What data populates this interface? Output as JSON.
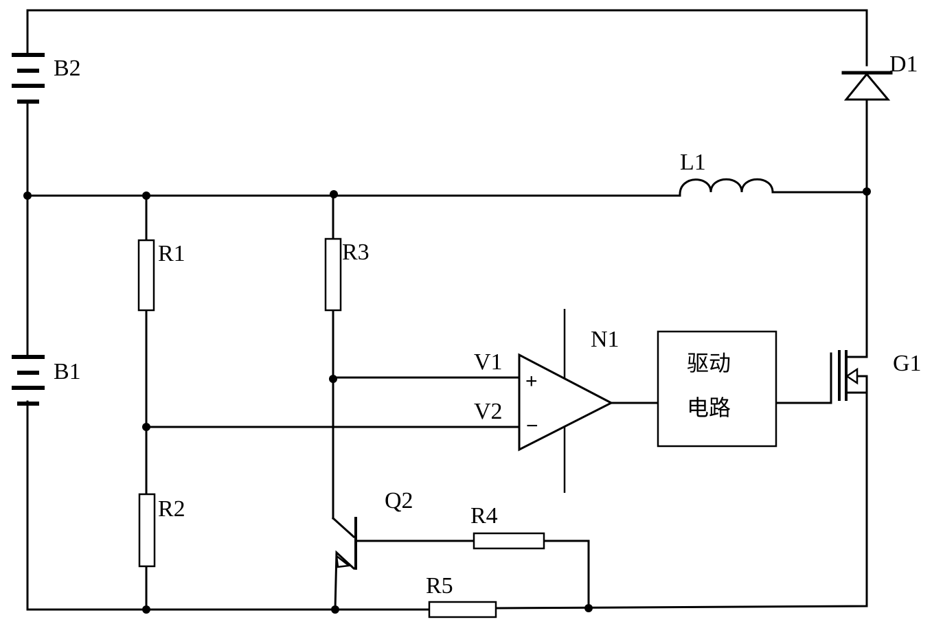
{
  "labels": {
    "b1": "B1",
    "b2": "B2",
    "d1": "D1",
    "l1": "L1",
    "r1": "R1",
    "r2": "R2",
    "r3": "R3",
    "r4": "R4",
    "r5": "R5",
    "q2": "Q2",
    "n1": "N1",
    "g1": "G1",
    "v1": "V1",
    "v2": "V2",
    "plus": "+",
    "minus": "−"
  },
  "driver": {
    "line1": "驱动",
    "line2": "电路"
  }
}
